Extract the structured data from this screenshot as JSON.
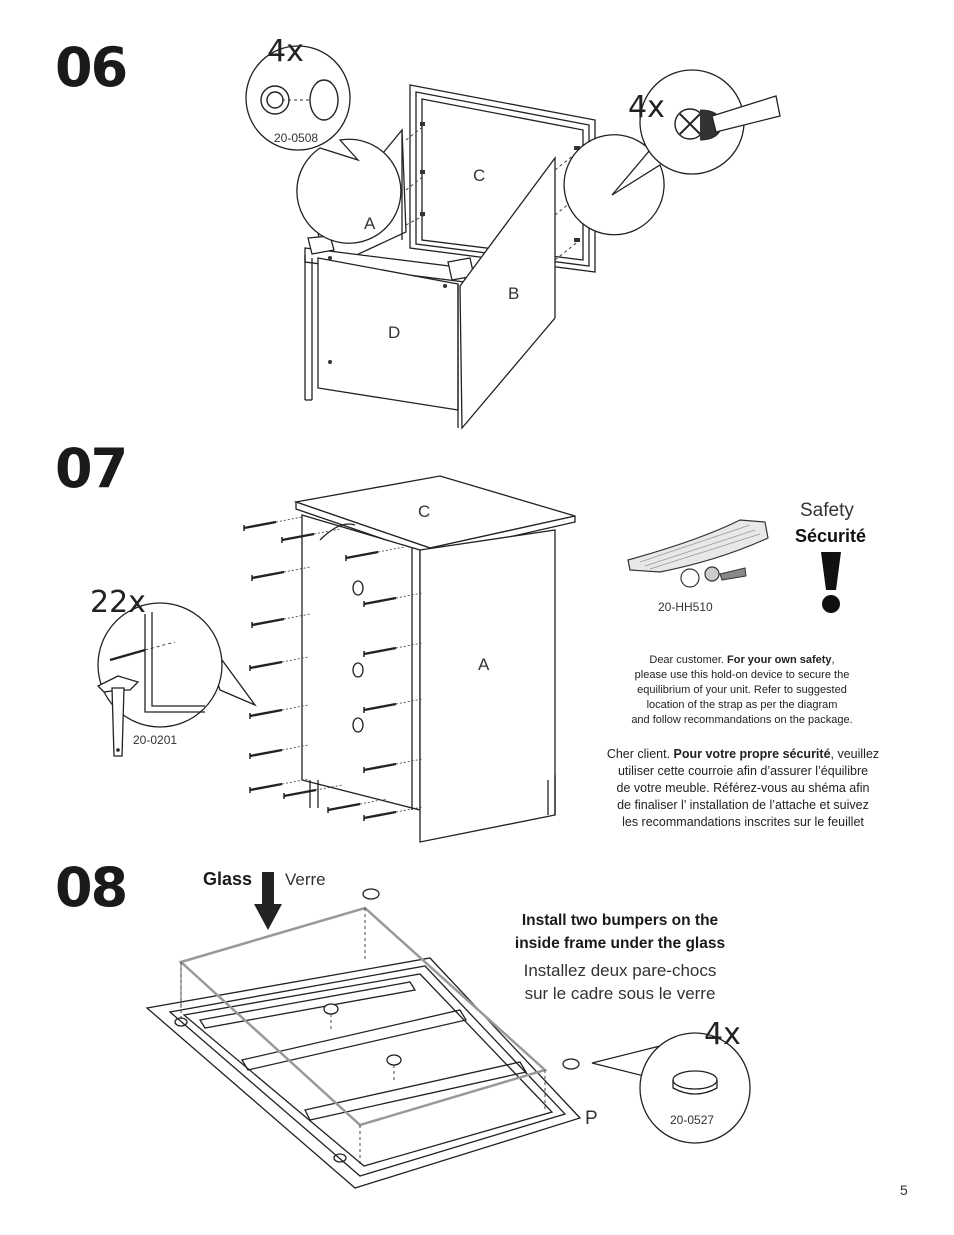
{
  "page_number": "5",
  "step06": {
    "number": "06",
    "qty_callout_left": "4x",
    "qty_callout_right": "4x",
    "part_code": "20-0508",
    "panel_labels": {
      "a": "A",
      "b": "B",
      "c": "C",
      "d": "D"
    }
  },
  "step07": {
    "number": "07",
    "qty_callout": "22x",
    "part_code": "20-0201",
    "panel_labels": {
      "c": "C",
      "a": "A"
    },
    "safety": {
      "title_en": "Safety",
      "title_fr": "Sécurité",
      "strap_code": "20-HH510",
      "note_en_lines": [
        [
          "Dear customer.  ",
          "For your own safety",
          ","
        ],
        [
          "please use this hold-on device to secure the"
        ],
        [
          "equilibrium of your unit.  Refer to suggested"
        ],
        [
          "location of the strap as per the diagram"
        ],
        [
          "and follow recommandations on the package."
        ]
      ],
      "note_fr_lines": [
        [
          "Cher client.  ",
          "Pour votre propre sécurité",
          ", veuillez"
        ],
        [
          "utiliser cette courroie afin d’assurer l’équilibre"
        ],
        [
          "de votre meuble.  Référez-vous au shéma afin"
        ],
        [
          "de finaliser l’ installation de l’attache et suivez"
        ],
        [
          "les recommandations inscrites sur le feuillet"
        ]
      ]
    }
  },
  "step08": {
    "number": "08",
    "glass_en": "Glass",
    "glass_fr": "Verre",
    "instruction_en_line1": "Install two bumpers on the",
    "instruction_en_line2": "inside frame under the glass",
    "instruction_fr_line1": "Installez deux pare-chocs",
    "instruction_fr_line2": "sur le cadre sous le verre",
    "qty_callout": "4x",
    "part_code": "20-0527",
    "panel_label": "P"
  }
}
